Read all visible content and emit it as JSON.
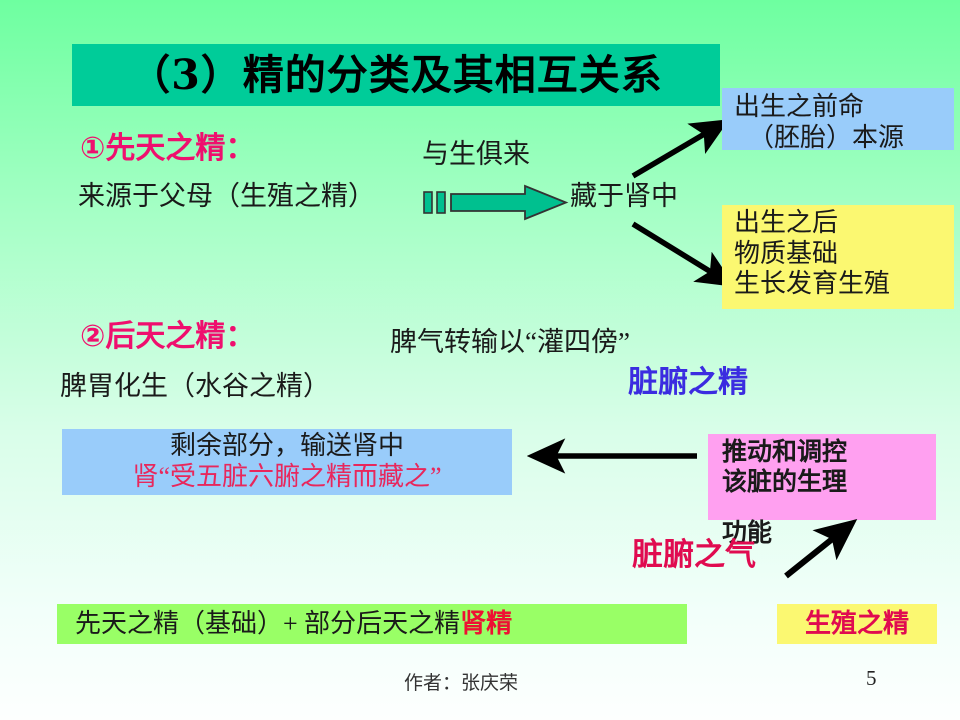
{
  "slide": {
    "title": "（3）精的分类及其相互关系",
    "background_top_color": "#6effa0",
    "background_bottom_color": "#fdfffe",
    "title_bar_color": "#00cc99"
  },
  "section1": {
    "heading": "①先天之精：",
    "heading_color": "#ef0f6e",
    "note": "与生俱来",
    "source_line": "来源于父母（生殖之精）",
    "target_line": "藏于肾中",
    "block_arrow_color": "#00c08f"
  },
  "box_blue_top": {
    "line1": "出生之前命",
    "line2": "（胚胎）本源",
    "color": "#99ccfa"
  },
  "box_yellow_right": {
    "line1": "出生之后",
    "line2": "物质基础",
    "line3": "生长发育生殖",
    "color": "#fbf871"
  },
  "section2": {
    "heading": "②后天之精：",
    "heading_color": "#ef0f6e",
    "note": "脾气转输以“灌四傍”",
    "source_line": "脾胃化生（水谷之精）",
    "label_zangfu_jing": "脏腑之精",
    "label_zangfu_jing_color": "#3b2ce0"
  },
  "box_blue_mid": {
    "line1": "剩余部分，输送肾中",
    "line2": "肾“受五脏六腑之精而藏之”",
    "line1_color": "#1a1a1a",
    "line2_color": "#e8275c",
    "color": "#99ccfa"
  },
  "box_pink": {
    "line1": "推动和调控",
    "line2": "该脏的生理",
    "line3": "功能",
    "color": "#ffa0f0"
  },
  "label_zangfu_qi": {
    "text": "脏腑之气",
    "color": "#e00b50"
  },
  "box_green_bottom": {
    "text_black": "先天之精（基础）+  部分后天之精",
    "text_red": "肾精",
    "color": "#99ff66",
    "red_color": "#ee1133"
  },
  "box_yellow_bottom": {
    "text": "生殖之精",
    "color": "#fbf871",
    "text_color": "#e00b50"
  },
  "footer": {
    "author": "作者：张庆荣",
    "page": "5"
  },
  "arrows": {
    "up_right": "arrow-to-blue-box",
    "down_right": "arrow-to-yellow-box",
    "left": "arrow-pink-to-blue",
    "up_right_small": "arrow-qi-to-pink"
  }
}
